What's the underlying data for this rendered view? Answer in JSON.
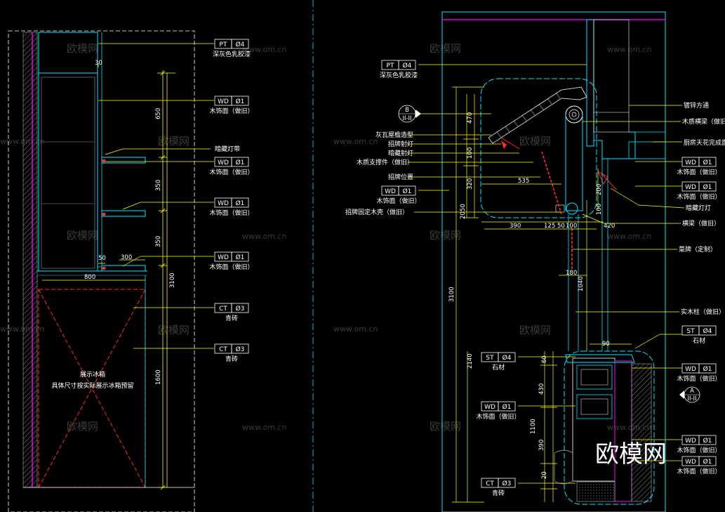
{
  "colors": {
    "background": "#000000",
    "frame": "#00e5ff",
    "dimension": "#ffff00",
    "leader": "#ffff00",
    "red": "#ff2a2a",
    "magenta": "#ff00ff",
    "white": "#ffffff"
  },
  "watermarks": {
    "cn": "欧模网",
    "url": "www.om.cn",
    "big": "欧模网"
  },
  "left": {
    "tags": [
      {
        "code": "PT",
        "num": "Ø4",
        "desc": "深灰色乳胶漆"
      },
      {
        "code": "WD",
        "num": "Ø1",
        "desc": "木饰面（做旧）"
      },
      {
        "code": "WD",
        "num": "Ø1",
        "desc": "木饰面（做旧）"
      },
      {
        "code": "WD",
        "num": "Ø1",
        "desc": "木饰面（做旧）"
      },
      {
        "code": "CT",
        "num": "Ø3",
        "desc": "青砖"
      },
      {
        "code": "CT",
        "num": "Ø3",
        "desc": "青砖"
      }
    ],
    "light_label": "暗藏灯带",
    "dims": {
      "d30": "30",
      "d650": "650",
      "d350a": "350",
      "d350b": "350",
      "d3100": "3100",
      "d1600": "1600",
      "d50": "50",
      "d300": "300",
      "d800": "800"
    },
    "fridge_line1": "展示冰箱",
    "fridge_line2": "具体尺寸按实际展示冰箱预留"
  },
  "right": {
    "tag_pt": {
      "code": "PT",
      "num": "Ø4",
      "desc": "深灰色乳胶漆"
    },
    "section_b": {
      "top": "B",
      "bottom": "II-II"
    },
    "section_a": {
      "top": "A",
      "bottom": "II-II"
    },
    "left_labels": [
      "灰瓦屋檐造型",
      "招牌射灯",
      "暗藏射灯",
      "木质支撑件（做旧）",
      "招牌位置"
    ],
    "tag_wd_left": {
      "code": "WD",
      "num": "Ø1",
      "desc": "木饰面（做旧）"
    },
    "sign_label": "招牌固定木壳（做旧）",
    "right_labels": [
      "镀锌方通",
      "木质横梁（做旧）",
      "厨房天花完成面"
    ],
    "tag_r1": {
      "code": "WD",
      "num": "Ø1",
      "desc": "木饰面（做旧）"
    },
    "tag_r2": {
      "code": "WD",
      "num": "Ø1",
      "desc": "木饰面（做旧）"
    },
    "right_labels2": [
      "暗藏灯灯",
      "横梁（做旧）",
      "菜牌（定制）",
      "实木柱（做旧）"
    ],
    "tag_st_r": {
      "code": "ST",
      "num": "Ø4",
      "desc": "石材"
    },
    "tag_st_l": {
      "code": "ST",
      "num": "Ø4",
      "desc": "石材"
    },
    "tag_wd_mid": {
      "code": "WD",
      "num": "Ø1",
      "desc": "木饰面（做旧）"
    },
    "tag_ct": {
      "code": "CT",
      "num": "Ø3",
      "desc": "青砖"
    },
    "tag_r3": {
      "code": "WD",
      "num": "Ø1",
      "desc": "木饰面（做旧）"
    },
    "tag_r4": {
      "code": "WD",
      "num": "Ø1",
      "desc": "木饰面（做旧）"
    },
    "tag_r5": {
      "code": "WD",
      "num": "Ø1",
      "desc": "木饰面（做旧）"
    },
    "dims": {
      "d470": "470",
      "d100": "100",
      "d320": "320",
      "d2050": "2050",
      "d535": "535",
      "d390": "390",
      "d125": "125",
      "d50": "50",
      "d100b": "100",
      "d420": "420",
      "d100c": "100",
      "d200": "200",
      "d180": "180",
      "d1040": "1040",
      "d3100": "3100",
      "d2140": "2140",
      "d1100": "1100",
      "d430": "430",
      "d390b": "390",
      "d60": "60",
      "d20": "20",
      "d90": "90"
    }
  }
}
